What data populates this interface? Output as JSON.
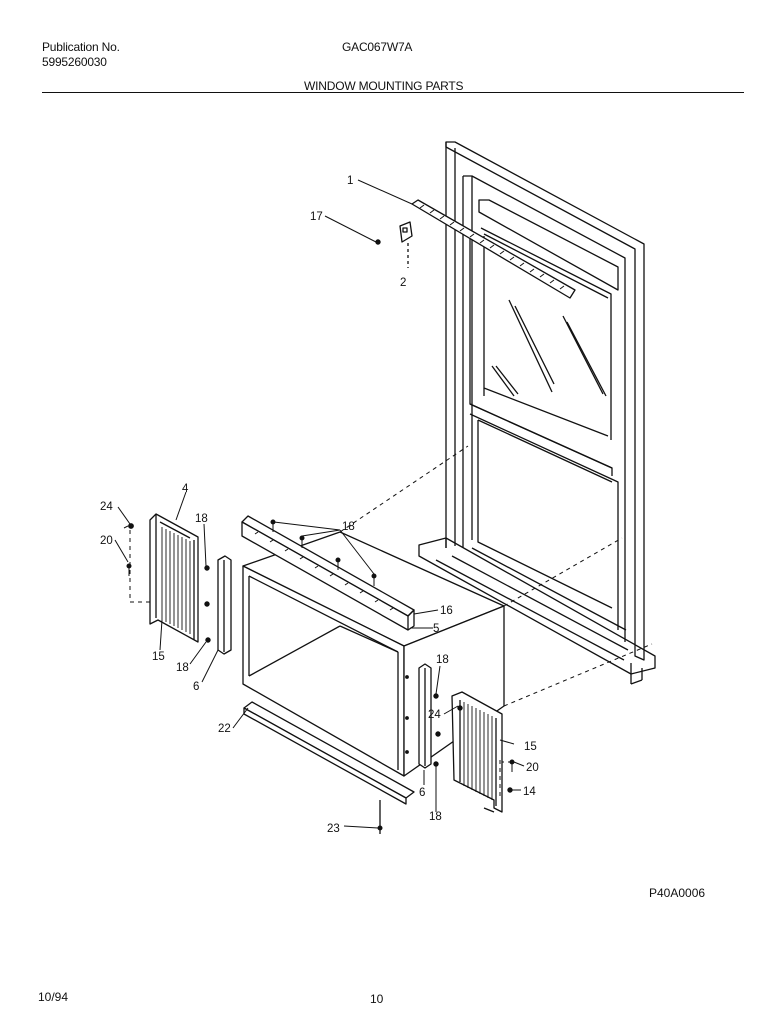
{
  "header": {
    "publication_label": "Publication No.",
    "publication_number": "5995260030",
    "model": "GAC067W7A",
    "section_title": "WINDOW MOUNTING PARTS"
  },
  "figure": {
    "reference_code": "P40A0006"
  },
  "footer": {
    "date": "10/94",
    "page_number": "10"
  },
  "callouts": {
    "c1": "1",
    "c17": "17",
    "c2": "2",
    "c24a": "24",
    "c4": "4",
    "c18a": "18",
    "c20a": "20",
    "c15a": "15",
    "c18b": "18",
    "c6a": "6",
    "c18c": "18",
    "c16": "16",
    "c5": "5",
    "c18d": "18",
    "c24b": "24",
    "c15b": "15",
    "c20b": "20",
    "c14": "14",
    "c6b": "6",
    "c18e": "18",
    "c22": "22",
    "c23": "23"
  }
}
